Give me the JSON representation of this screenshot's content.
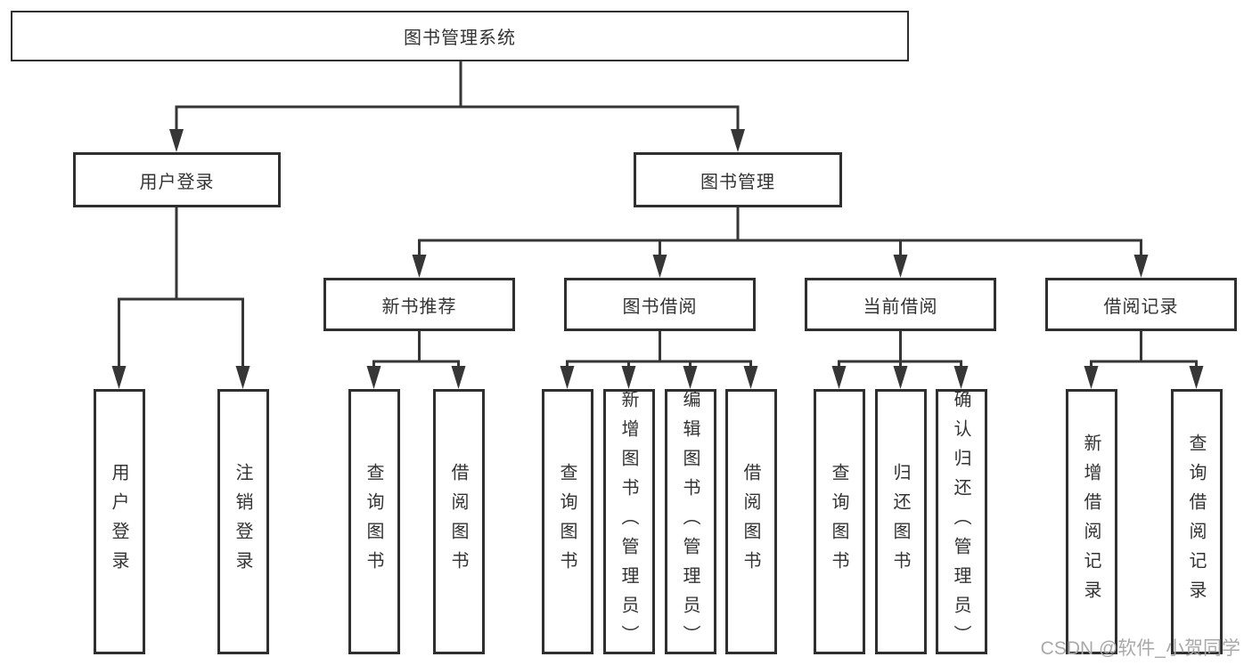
{
  "colors": {
    "line": "#363636",
    "box_border": "#2f2f2f",
    "box_fill": "#ffffff",
    "text": "#333333",
    "watermark": "#a9a9a9",
    "background": "#ffffff"
  },
  "watermark": {
    "text": "CSDN @软件_小贺同学"
  },
  "tree": {
    "root": {
      "label": "图书管理系统"
    },
    "branches": [
      {
        "label": "用户登录",
        "children": [
          {
            "label": "用户登录"
          },
          {
            "label": "注销登录"
          }
        ]
      },
      {
        "label": "图书管理",
        "children": [
          {
            "label": "新书推荐",
            "children": [
              {
                "label": "查询图书"
              },
              {
                "label": "借阅图书"
              }
            ]
          },
          {
            "label": "图书借阅",
            "children": [
              {
                "label": "查询图书"
              },
              {
                "label": "新增图书（管理员）"
              },
              {
                "label": "编辑图书（管理员）"
              },
              {
                "label": "借阅图书"
              }
            ]
          },
          {
            "label": "当前借阅",
            "children": [
              {
                "label": "查询图书"
              },
              {
                "label": "归还图书"
              },
              {
                "label": "确认归还（管理员）"
              }
            ]
          },
          {
            "label": "借阅记录",
            "children": [
              {
                "label": "新增借阅记录"
              },
              {
                "label": "查询借阅记录"
              }
            ]
          }
        ]
      }
    ]
  }
}
